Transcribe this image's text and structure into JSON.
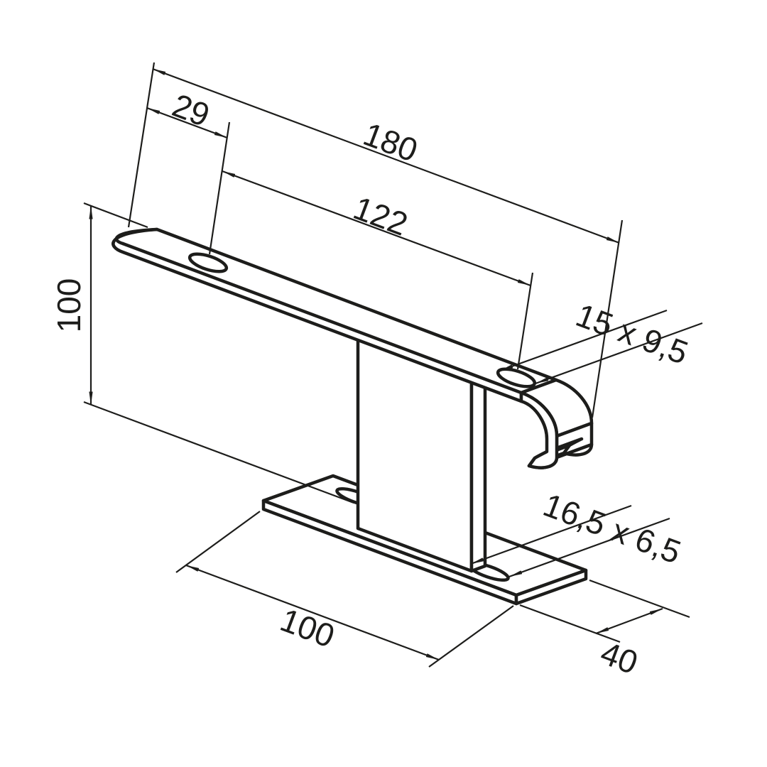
{
  "drawing": {
    "type": "isometric technical drawing of a mounting bracket",
    "background": "#ffffff",
    "line_color": "#1d1d1b",
    "labels": {
      "top_length": "180",
      "hole_pitch": "122",
      "hole_edge_offset": "29",
      "overall_height": "100",
      "top_slot_size": "15 x 9,5",
      "base_slot_size": "16,5 x 6,5",
      "base_length": "100",
      "base_width": "40"
    }
  }
}
